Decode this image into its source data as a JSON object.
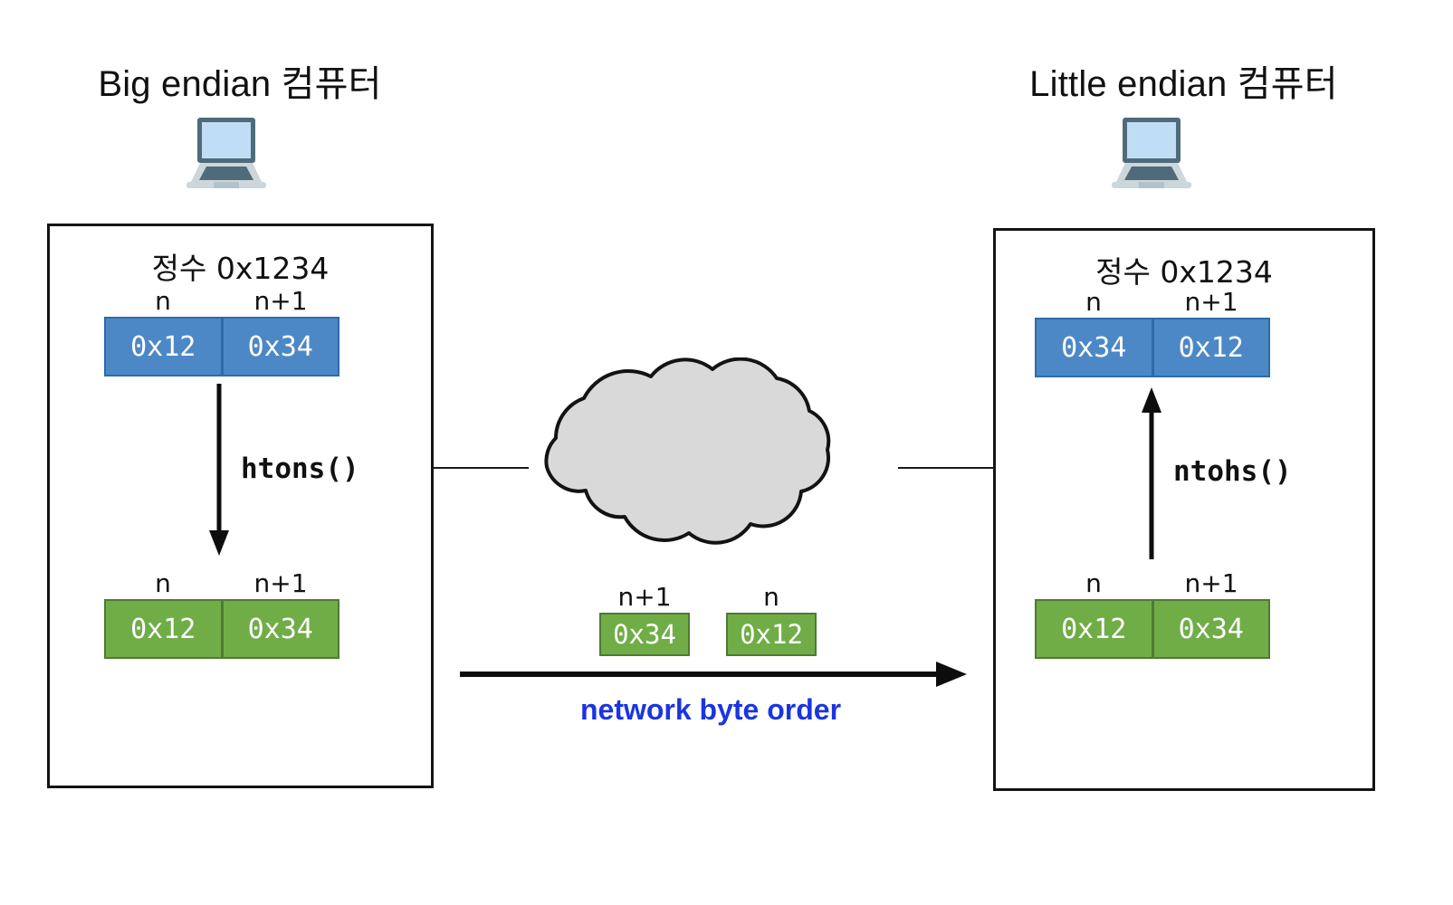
{
  "diagram": {
    "title_left": "Big endian 컴퓨터",
    "title_right": "Little endian 컴퓨터",
    "colors": {
      "blue_fill": "#4d88c6",
      "blue_border": "#2d6ba8",
      "green_fill": "#70ad47",
      "green_border": "#4e7b31",
      "cloud_fill": "#d9d9d9",
      "cloud_border": "#141414",
      "accent_text": "#1a35e0",
      "laptop_frame": "#4f6b7a",
      "laptop_screen": "#bfdef5",
      "laptop_base": "#ccd6db"
    },
    "icons": {
      "laptop": "laptop-icon",
      "cloud": "cloud-icon",
      "arrow_down": "arrow-down-icon",
      "arrow_up": "arrow-up-icon",
      "arrow_right": "arrow-right-icon"
    }
  },
  "left_host": {
    "heading": "정수 0x1234",
    "memory_before": {
      "labels": [
        "n",
        "n+1"
      ],
      "values": [
        "0x12",
        "0x34"
      ],
      "color": "blue"
    },
    "function": "htons()",
    "memory_after": {
      "labels": [
        "n",
        "n+1"
      ],
      "values": [
        "0x12",
        "0x34"
      ],
      "color": "green"
    }
  },
  "right_host": {
    "heading": "정수 0x1234",
    "memory_after": {
      "labels": [
        "n",
        "n+1"
      ],
      "values": [
        "0x34",
        "0x12"
      ],
      "color": "blue"
    },
    "function": "ntohs()",
    "memory_before": {
      "labels": [
        "n",
        "n+1"
      ],
      "values": [
        "0x12",
        "0x34"
      ],
      "color": "green"
    }
  },
  "network": {
    "wire_bytes": [
      {
        "label": "n+1",
        "value": "0x34"
      },
      {
        "label": "n",
        "value": "0x12"
      }
    ],
    "flow_label": "network byte order"
  }
}
